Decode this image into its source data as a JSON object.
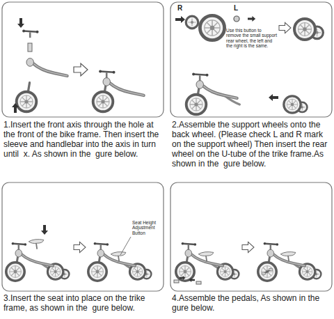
{
  "diagram": {
    "nodes": [
      {
        "text": [
          "1.Insert the front axis through the hole at the front of the bike frame. Then insert the sleeve and handlebar into the axis in turn until  x. As shown in the  gure below."
        ]
      },
      {
        "text": [
          "2.Assemble the support wheels onto the back wheel. (Please check L and R mark on the support wheel) Then insert the rear wheel on the U-tube of the trike frame.As shown in the  gure below."
        ]
      },
      {
        "text": [
          "3.Insert the seat into place on the trike frame, as shown in the  gure below."
        ]
      },
      {
        "text": [
          "4.Assemble the pedals, As shown in the  gure below."
        ]
      }
    ],
    "labels": [
      "R",
      "L",
      "Use this button to remove the small support rear wheel, the left and the right is the same.",
      "Seat Height Adjustment Button"
    ]
  }
}
